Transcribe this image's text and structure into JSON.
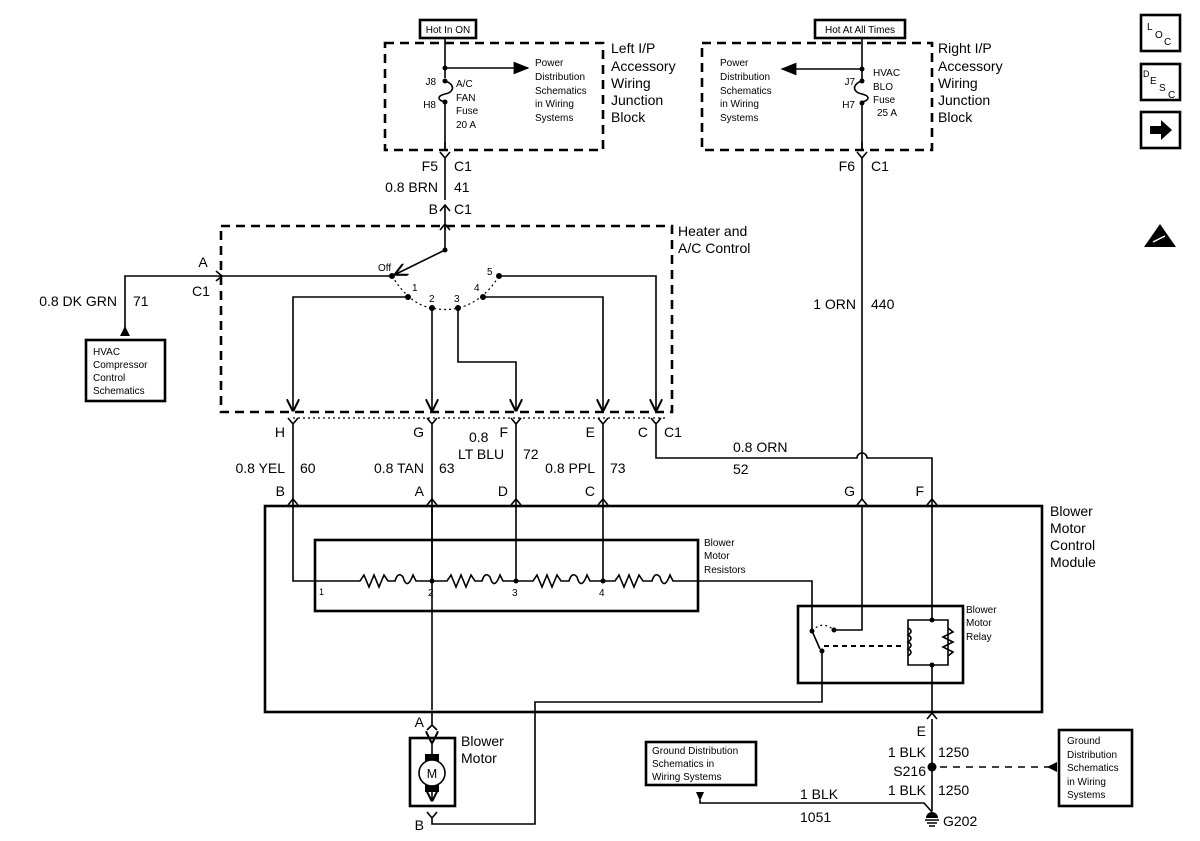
{
  "title_boxes": {
    "hot_in_on": "Hot In ON",
    "hot_all_times": "Hot At All Times"
  },
  "left_block": {
    "name": [
      "Left I/P",
      "Accessory",
      "Wiring",
      "Junction",
      "Block"
    ],
    "fuse_in": "J8",
    "fuse_out": "H8",
    "fuse": [
      "A/C",
      "FAN",
      "Fuse",
      "20 A"
    ],
    "ref": [
      "Power",
      "Distribution",
      "Schematics",
      "in Wiring",
      "Systems"
    ]
  },
  "right_block": {
    "name": [
      "Right I/P",
      "Accessory",
      "Wiring",
      "Junction",
      "Block"
    ],
    "fuse_in": "J7",
    "fuse_out": "H7",
    "fuse": [
      "HVAC",
      "BLO",
      "Fuse",
      "25 A"
    ],
    "ref": [
      "Power",
      "Distribution",
      "Schematics",
      "in Wiring",
      "Systems"
    ]
  },
  "side_icons": {
    "loc": {
      "a": "L",
      "b": "O",
      "c": "C"
    },
    "desc": {
      "a": "D",
      "b": "E",
      "c": "S",
      "d": "C"
    },
    "items": [
      "loc-icon",
      "desc-icon",
      "arrow-right-icon",
      "esd-warning-icon"
    ]
  },
  "wires": {
    "f5": "F5",
    "c1": "C1",
    "brn": "0.8 BRN",
    "brn_num": "41",
    "b": "B",
    "f6": "F6",
    "a": "A",
    "dkgrn": "0.8 DK GRN",
    "dkgrn_num": "71",
    "orn440": "1 ORN",
    "orn440_num": "440",
    "h": "H",
    "g": "G",
    "f": "F",
    "e": "E",
    "c": "C",
    "yel": "0.8 YEL",
    "yel_num": "60",
    "tan": "0.8 TAN",
    "tan_num": "63",
    "ltblu_a": "0.8",
    "ltblu_b": "LT BLU",
    "ltblu_num": "72",
    "ppl": "0.8 PPL",
    "ppl_num": "73",
    "orn52": "0.8 ORN",
    "orn52_num": "52",
    "mb": "B",
    "ma": "A",
    "md": "D",
    "mc": "C",
    "mg": "G",
    "mf": "F",
    "blk": "1 BLK",
    "blk_num": "1250",
    "s216": "S216",
    "blk1051": "1 BLK",
    "blk1051_num": "1051",
    "g202": "G202",
    "me": "E",
    "motor_a": "A",
    "motor_b": "B"
  },
  "control": {
    "name": [
      "Heater and",
      "A/C Control"
    ],
    "off": "Off",
    "positions": [
      "1",
      "2",
      "3",
      "4",
      "5"
    ]
  },
  "hvac_ref": [
    "HVAC",
    "Compressor",
    "Control",
    "Schematics"
  ],
  "module": {
    "name": [
      "Blower",
      "Motor",
      "Control",
      "Module"
    ],
    "resistors": [
      "Blower",
      "Motor",
      "Resistors"
    ],
    "taps": [
      "1",
      "2",
      "3",
      "4"
    ],
    "relay": [
      "Blower",
      "Motor",
      "Relay"
    ]
  },
  "motor": {
    "name": [
      "Blower",
      "Motor"
    ],
    "symbol": "M"
  },
  "ground_left": [
    "Ground Distribution",
    "Schematics in",
    "Wiring Systems"
  ],
  "ground_right": [
    "Ground",
    "Distribution",
    "Schematics",
    "in Wiring",
    "Systems"
  ]
}
